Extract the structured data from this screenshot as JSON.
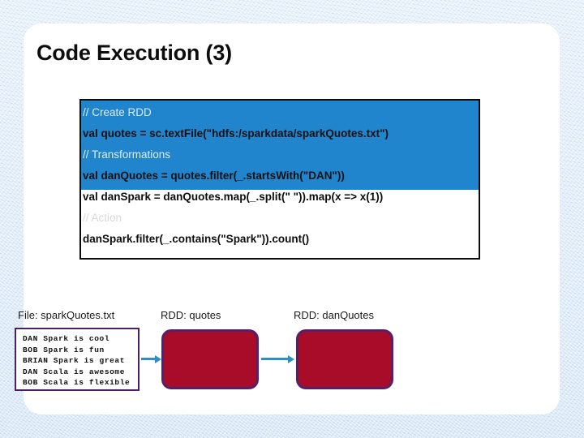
{
  "slide": {
    "title": "Code Execution (3)"
  },
  "code_block": {
    "highlight_color": "#2185cd",
    "border_color": "#0c0c0c",
    "lines": [
      {
        "text": "// Create RDD",
        "style": "comment",
        "highlighted": true
      },
      {
        "text": "val quotes = sc.textFile(\"hdfs:/sparkdata/sparkQuotes.txt\")",
        "style": "code",
        "highlighted": true
      },
      {
        "text": "// Transformations",
        "style": "comment",
        "highlighted": true
      },
      {
        "text": "val danQuotes = quotes.filter(_.startsWith(\"DAN\"))",
        "style": "code",
        "highlighted": true
      },
      {
        "text": "val danSpark = danQuotes.map(_.split(\" \")).map(x => x(1))",
        "style": "code",
        "highlighted": false
      },
      {
        "text": "// Action",
        "style": "comment",
        "highlighted": false
      },
      {
        "text": "danSpark.filter(_.contains(\"Spark\")).count()",
        "style": "code",
        "highlighted": false
      }
    ]
  },
  "diagram": {
    "file": {
      "label": "File: sparkQuotes.txt",
      "border_color": "#4b2060",
      "lines": [
        "DAN Spark is cool",
        "BOB Spark is fun",
        "BRIAN Spark is great",
        "DAN Scala is awesome",
        "BOB Scala is flexible"
      ]
    },
    "rdd_quotes": {
      "label": "RDD: quotes",
      "fill_color": "#a80c28",
      "border_color": "#55206b"
    },
    "rdd_danquotes": {
      "label": "RDD: danQuotes",
      "fill_color": "#a80c28",
      "border_color": "#55206b"
    },
    "arrow_color": "#2c8fc9"
  }
}
